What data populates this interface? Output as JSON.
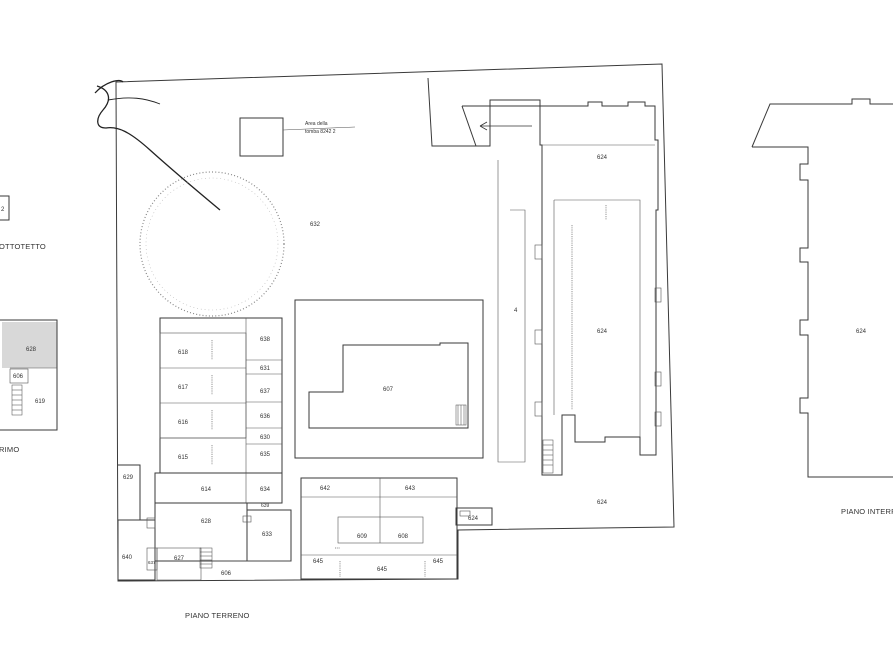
{
  "floors": {
    "sottotetto": "OTTOTETTO",
    "primo": "RIMO",
    "terreno": "PIANO TERRENO",
    "interrato": "PIANO INTERRA"
  },
  "annotation": {
    "line1": "Area della",
    "line2": "tomba 8242 2"
  },
  "rooms": {
    "r2": "2",
    "r606a": "606",
    "r619a": "619",
    "r628a": "628",
    "r632": "632",
    "r607": "607",
    "r624a": "624",
    "r624b": "624",
    "r624c": "624",
    "r624d": "624",
    "r624e": "624",
    "r618": "618",
    "r617": "617",
    "r616": "616",
    "r615": "615",
    "r614": "614",
    "r628": "628",
    "r627": "627",
    "r606": "606",
    "r629": "629",
    "r640": "640",
    "r637b": "637",
    "r638": "638",
    "r631": "631",
    "r637": "637",
    "r636": "636",
    "r630": "630",
    "r635": "635",
    "r634": "634",
    "r639": "639",
    "r633": "633",
    "r642": "642",
    "r643": "643",
    "r609": "609",
    "r608": "608",
    "r645a": "645",
    "r645b": "645",
    "r645c": "645"
  },
  "colors": {
    "line": "#3a3a3a",
    "shade": "#d8d8d8",
    "paper": "#ffffff"
  }
}
